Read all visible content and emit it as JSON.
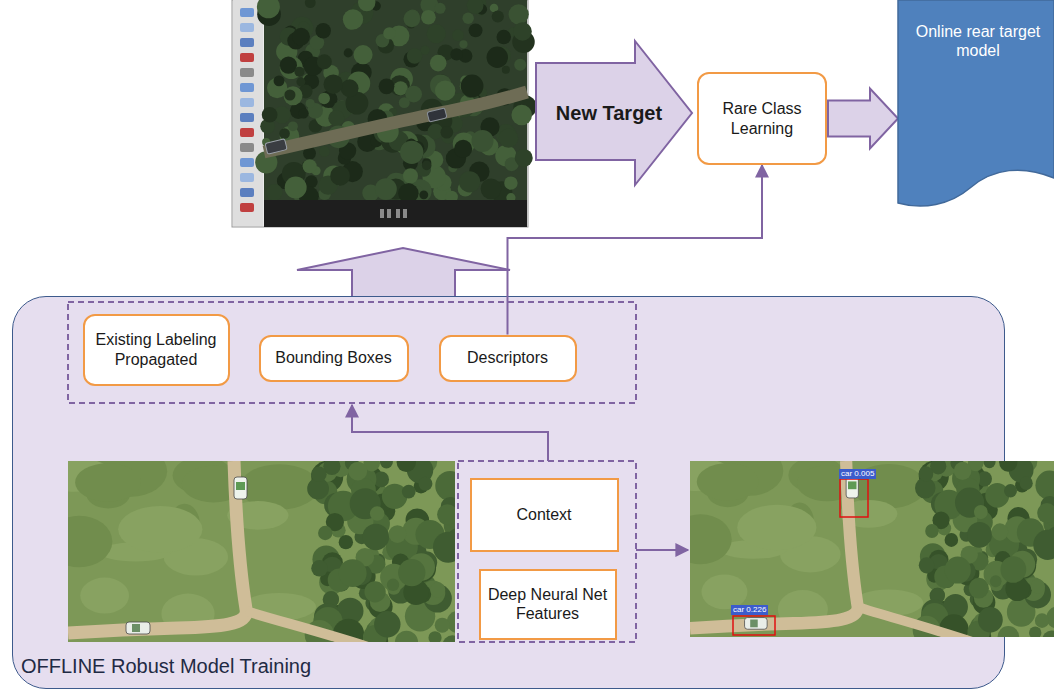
{
  "diagram": {
    "nodes": [
      {
        "text": [
          "New Target"
        ]
      },
      {
        "text": [
          "Rare Class Learning"
        ]
      },
      {
        "text": [
          "Online rear target model"
        ]
      },
      {
        "text": [
          "OFFLINE Robust Model Training"
        ]
      },
      {
        "text": [
          "Existing Labeling Propagated"
        ],
        "in": 3
      },
      {
        "text": [
          "Bounding Boxes"
        ],
        "in": 3
      },
      {
        "text": [
          "Descriptors"
        ],
        "in": 3
      },
      {
        "text": [
          "Context"
        ],
        "in": 3
      },
      {
        "text": [
          "Deep Neural Net Features"
        ],
        "in": 3
      }
    ],
    "edges": [
      {
        "from": 1,
        "to": 2,
        "arrow": "to"
      },
      {
        "from": 6,
        "to": 1,
        "arrow": "to"
      }
    ],
    "labels": [
      "car 0.005",
      "car 0.226"
    ]
  }
}
